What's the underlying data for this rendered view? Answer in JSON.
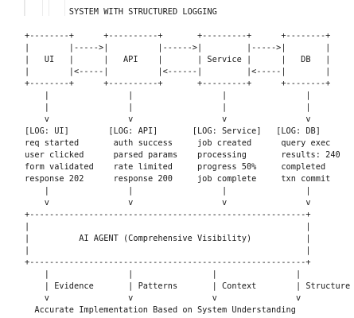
{
  "diagram": {
    "lines": [
      "         SYSTEM WITH STRUCTURED LOGGING",
      "",
      "+--------+      +----------+       +---------+      +--------+",
      "|        |----->|          |------>|         |----->|        |",
      "|   UI   |      |   API    |       | Service |      |   DB   |",
      "|        |<-----|          |<------|         |<-----|        |",
      "+--------+      +----------+       +---------+      +--------+",
      "    |                |                  |                |",
      "    |                |                  |                |",
      "    v                v                  v                v",
      "[LOG: UI]        [LOG: API]       [LOG: Service]   [LOG: DB]",
      "req started       auth success     job created      query exec",
      "user clicked      parsed params    processing       results: 240",
      "form validated    rate limited     progress 50%     completed",
      "response 202      response 200     job complete     txn commit",
      "    |                |                  |                |",
      "    v                v                  v                v",
      "+--------------------------------------------------------+",
      "|                                                        |",
      "|          AI AGENT (Comprehensive Visibility)           |",
      "|                                                        |",
      "+--------------------------------------------------------+",
      "    |                |                |                |",
      "    | Evidence       | Patterns       | Context        | Structure",
      "    v                v                v                v",
      "  Accurate Implementation Based on System Understanding"
    ]
  }
}
